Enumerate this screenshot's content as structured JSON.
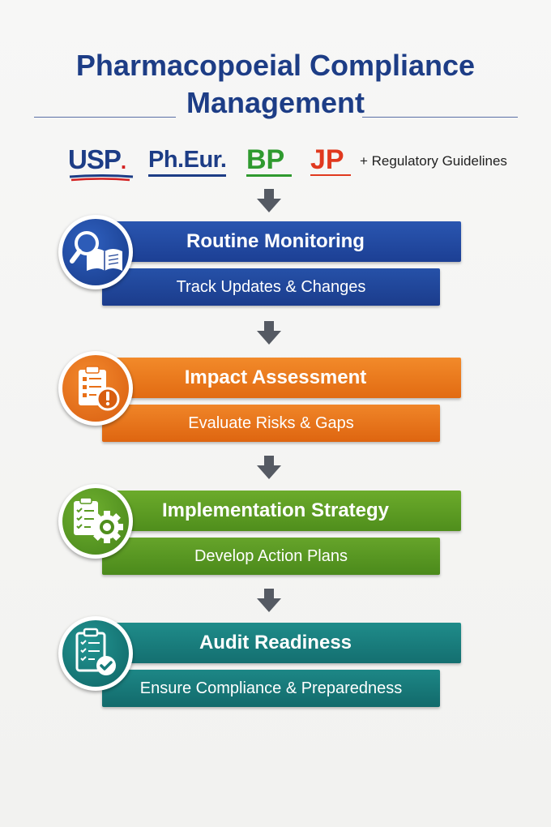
{
  "title": {
    "line1": "Pharmacopoeial Compliance",
    "line2": "Management"
  },
  "logos": {
    "usp": "USP",
    "usp_dot": ".",
    "ph_eur": "Ph.Eur.",
    "bp": "BP",
    "jp": "JP",
    "regulatory": "+ Regulatory Guidelines"
  },
  "steps": [
    {
      "heading": "Routine Monitoring",
      "sub": "Track Updates & Changes",
      "icon": "magnifier-book-icon",
      "color": "#1d4196"
    },
    {
      "heading": "Impact Assessment",
      "sub": "Evaluate Risks & Gaps",
      "icon": "clipboard-alert-icon",
      "color": "#e86f16"
    },
    {
      "heading": "Implementation Strategy",
      "sub": "Develop Action Plans",
      "icon": "checklist-gear-icon",
      "color": "#5a9a22"
    },
    {
      "heading": "Audit Readiness",
      "sub": "Ensure Compliance & Preparedness",
      "icon": "clipboard-check-icon",
      "color": "#167a7a"
    }
  ],
  "colors": {
    "title": "#1d3d86",
    "arrow": "#555a63"
  }
}
